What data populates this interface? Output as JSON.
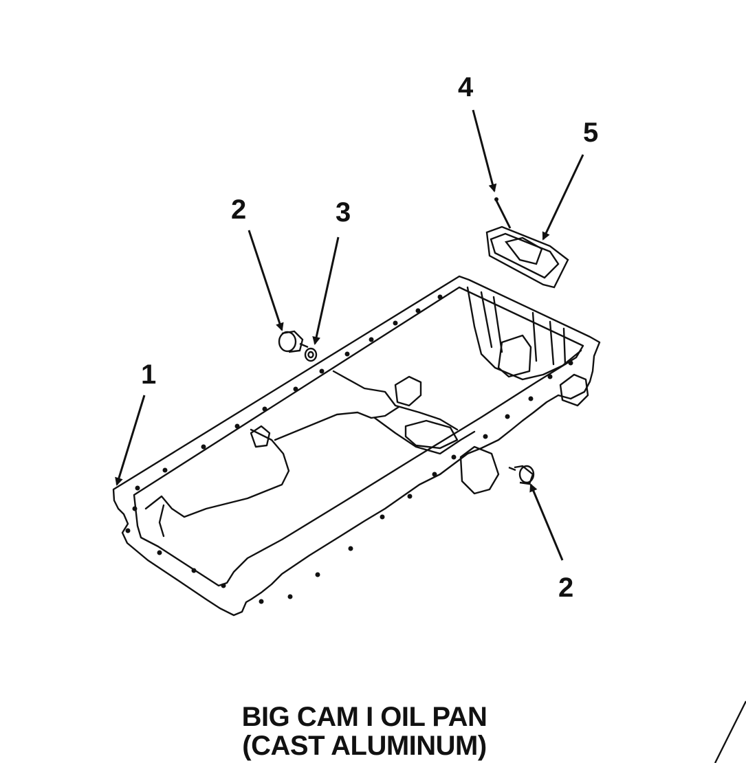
{
  "callouts": {
    "c1": "1",
    "c2a": "2",
    "c3": "3",
    "c4": "4",
    "c5": "5",
    "c2b": "2"
  },
  "title": {
    "line1": "BIG CAM I OIL PAN",
    "line2": "(CAST ALUMINUM)"
  },
  "colors": {
    "ink": "#111111",
    "background": "#ffffff"
  }
}
